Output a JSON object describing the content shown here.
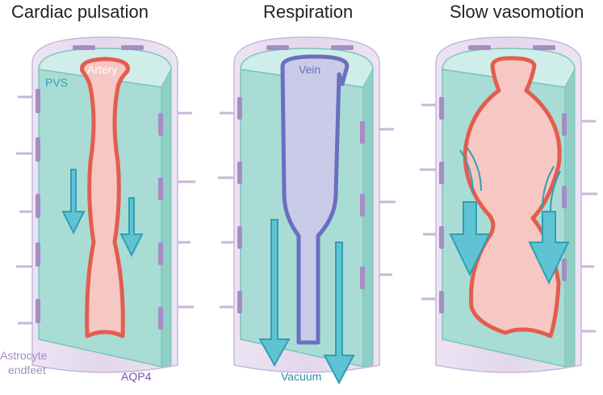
{
  "panels": [
    {
      "title": "Cardiac pulsation",
      "vessel_label": "Artery"
    },
    {
      "title": "Respiration",
      "vessel_label": "Vein"
    },
    {
      "title": "Slow vasomotion"
    }
  ],
  "labels": {
    "pvs": "PVS",
    "astrocyte": "Astrocyte",
    "endfeet": "endfeet",
    "aqp4": "AQP4",
    "vacuum": "Vacuum"
  },
  "colors": {
    "astrocyte_fill": "#e6dcef",
    "astrocyte_stroke": "#c8b6dc",
    "pvs_fill": "#a9dcd5",
    "pvs_stroke": "#7cc3bb",
    "artery_wall": "#e35d4f",
    "artery_lumen": "#f6c7c3",
    "vein_wall": "#6b6fbf",
    "vein_lumen": "#c9cbe9",
    "arrow": "#5fc3d3",
    "arrow_stroke": "#2f9fb2",
    "aqp4": "#a68cc4"
  }
}
